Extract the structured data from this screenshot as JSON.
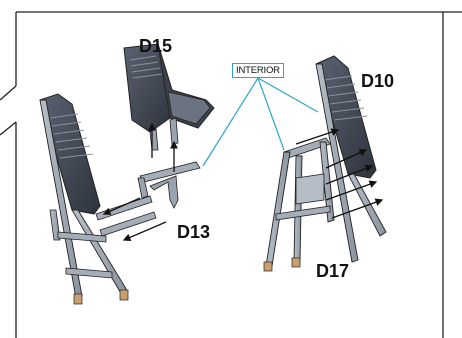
{
  "diagram": {
    "callout": "INTERIOR",
    "parts": {
      "d15": "D15",
      "d13": "D13",
      "d10": "D10",
      "d17": "D17"
    },
    "colors": {
      "frame": "#222222",
      "callout_line": "#2aa6c6",
      "part_fill": "#9aa3ae",
      "part_dark": "#4b5360"
    }
  }
}
